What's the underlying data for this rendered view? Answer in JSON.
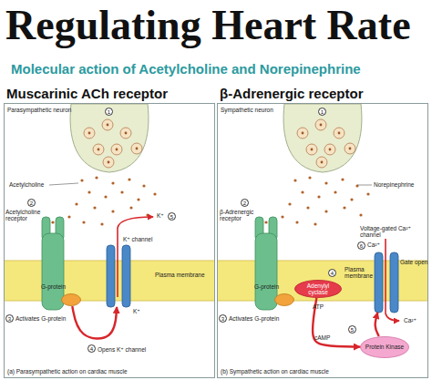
{
  "diagram": {
    "title": "Regulating Heart Rate",
    "nodes": [
      {
        "text": [
          "Muscarinic ACh receptor",
          "(a) Parasympathetic action on cardiac muscle"
        ]
      },
      {
        "text": [
          "β-Adrenergic receptor",
          "(b) Sympathetic action on cardiac muscle"
        ]
      },
      {
        "text": [
          "G-protein"
        ],
        "in": 0
      },
      {
        "text": [
          "K⁺ channel"
        ],
        "in": 0
      },
      {
        "text": [
          "G-protein"
        ],
        "in": 1
      },
      {
        "text": [
          "Adenylyl cyclase"
        ],
        "in": 1
      },
      {
        "text": [
          "Protein Kinase"
        ],
        "in": 1
      },
      {
        "text": [
          "Voltage-gated Ca²⁺ channel"
        ],
        "in": 1
      }
    ],
    "edges": [
      {
        "from": 2,
        "to": 3,
        "arrow": "to",
        "label": "Opens K⁺ channel"
      },
      {
        "from": 5,
        "to": 6,
        "arrow": "to"
      },
      {
        "from": 6,
        "to": 7,
        "arrow": "to"
      }
    ],
    "labels": [
      "Molecular action of Acetylcholine and Norepinephrine",
      "Parasympathetic neuron",
      "1",
      "Acetylcholine",
      "2",
      "Acetylcholine receptor",
      "5",
      "K⁺",
      "Plasma membrane",
      "K⁺",
      "3",
      "Activates G-protein",
      "4",
      "Sympathetic neuron",
      "1",
      "Norepinephrine",
      "2",
      "β-Adrenergic receptor",
      "6",
      "Ca²⁺",
      "Gate open",
      "Plasma membrane",
      "3",
      "Activates G-protein",
      "4",
      "ATP",
      "cAMP",
      "5",
      "Ca²⁺"
    ]
  }
}
